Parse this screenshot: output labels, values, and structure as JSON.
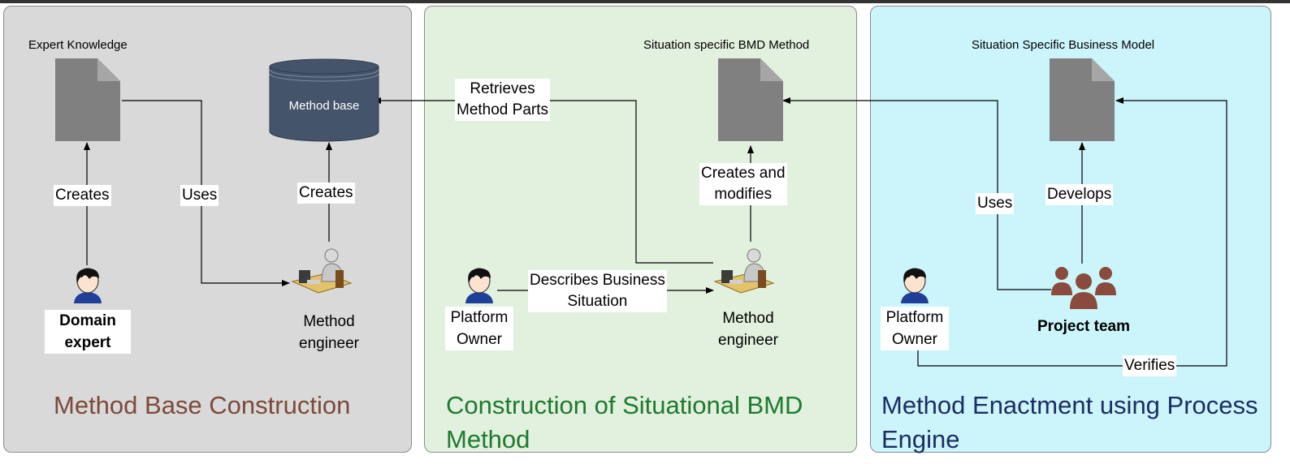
{
  "panels": {
    "method_base": {
      "title": "Method Base Construction",
      "title_color": "#7b4a3a",
      "background": "#d9d9d9",
      "artifact_label": "Expert Knowledge",
      "database_label": "Method base",
      "edge_creates_knowledge": "Creates",
      "edge_uses": "Uses",
      "edge_creates_base": "Creates",
      "actor_domain_expert": [
        "Domain",
        "expert"
      ],
      "actor_method_engineer": [
        "Method",
        "engineer"
      ]
    },
    "situational": {
      "title": [
        "Construction of Situational BMD",
        "Method"
      ],
      "title_color": "#1e7a2f",
      "background": "#e2f0de",
      "artifact_label": "Situation specific BMD Method",
      "edge_retrieves": [
        "Retrieves",
        "Method Parts"
      ],
      "edge_creates_modifies": [
        "Creates and",
        "modifies"
      ],
      "edge_describes": [
        "Describes Business",
        "Situation"
      ],
      "actor_platform_owner": [
        "Platform",
        "Owner"
      ],
      "actor_method_engineer": [
        "Method",
        "engineer"
      ]
    },
    "enactment": {
      "title": [
        "Method Enactment using Process",
        "Engine"
      ],
      "title_color": "#1c2d63",
      "background": "#cbf5fb",
      "artifact_label": "Situation Specific Business Model",
      "edge_uses": "Uses",
      "edge_develops": "Develops",
      "edge_verifies": "Verifies",
      "actor_platform_owner": [
        "Platform",
        "Owner"
      ],
      "actor_project_team": "Project team"
    }
  },
  "colors": {
    "document": "#808080",
    "database": "#44546a",
    "team_icon": "#8a4b3c"
  }
}
